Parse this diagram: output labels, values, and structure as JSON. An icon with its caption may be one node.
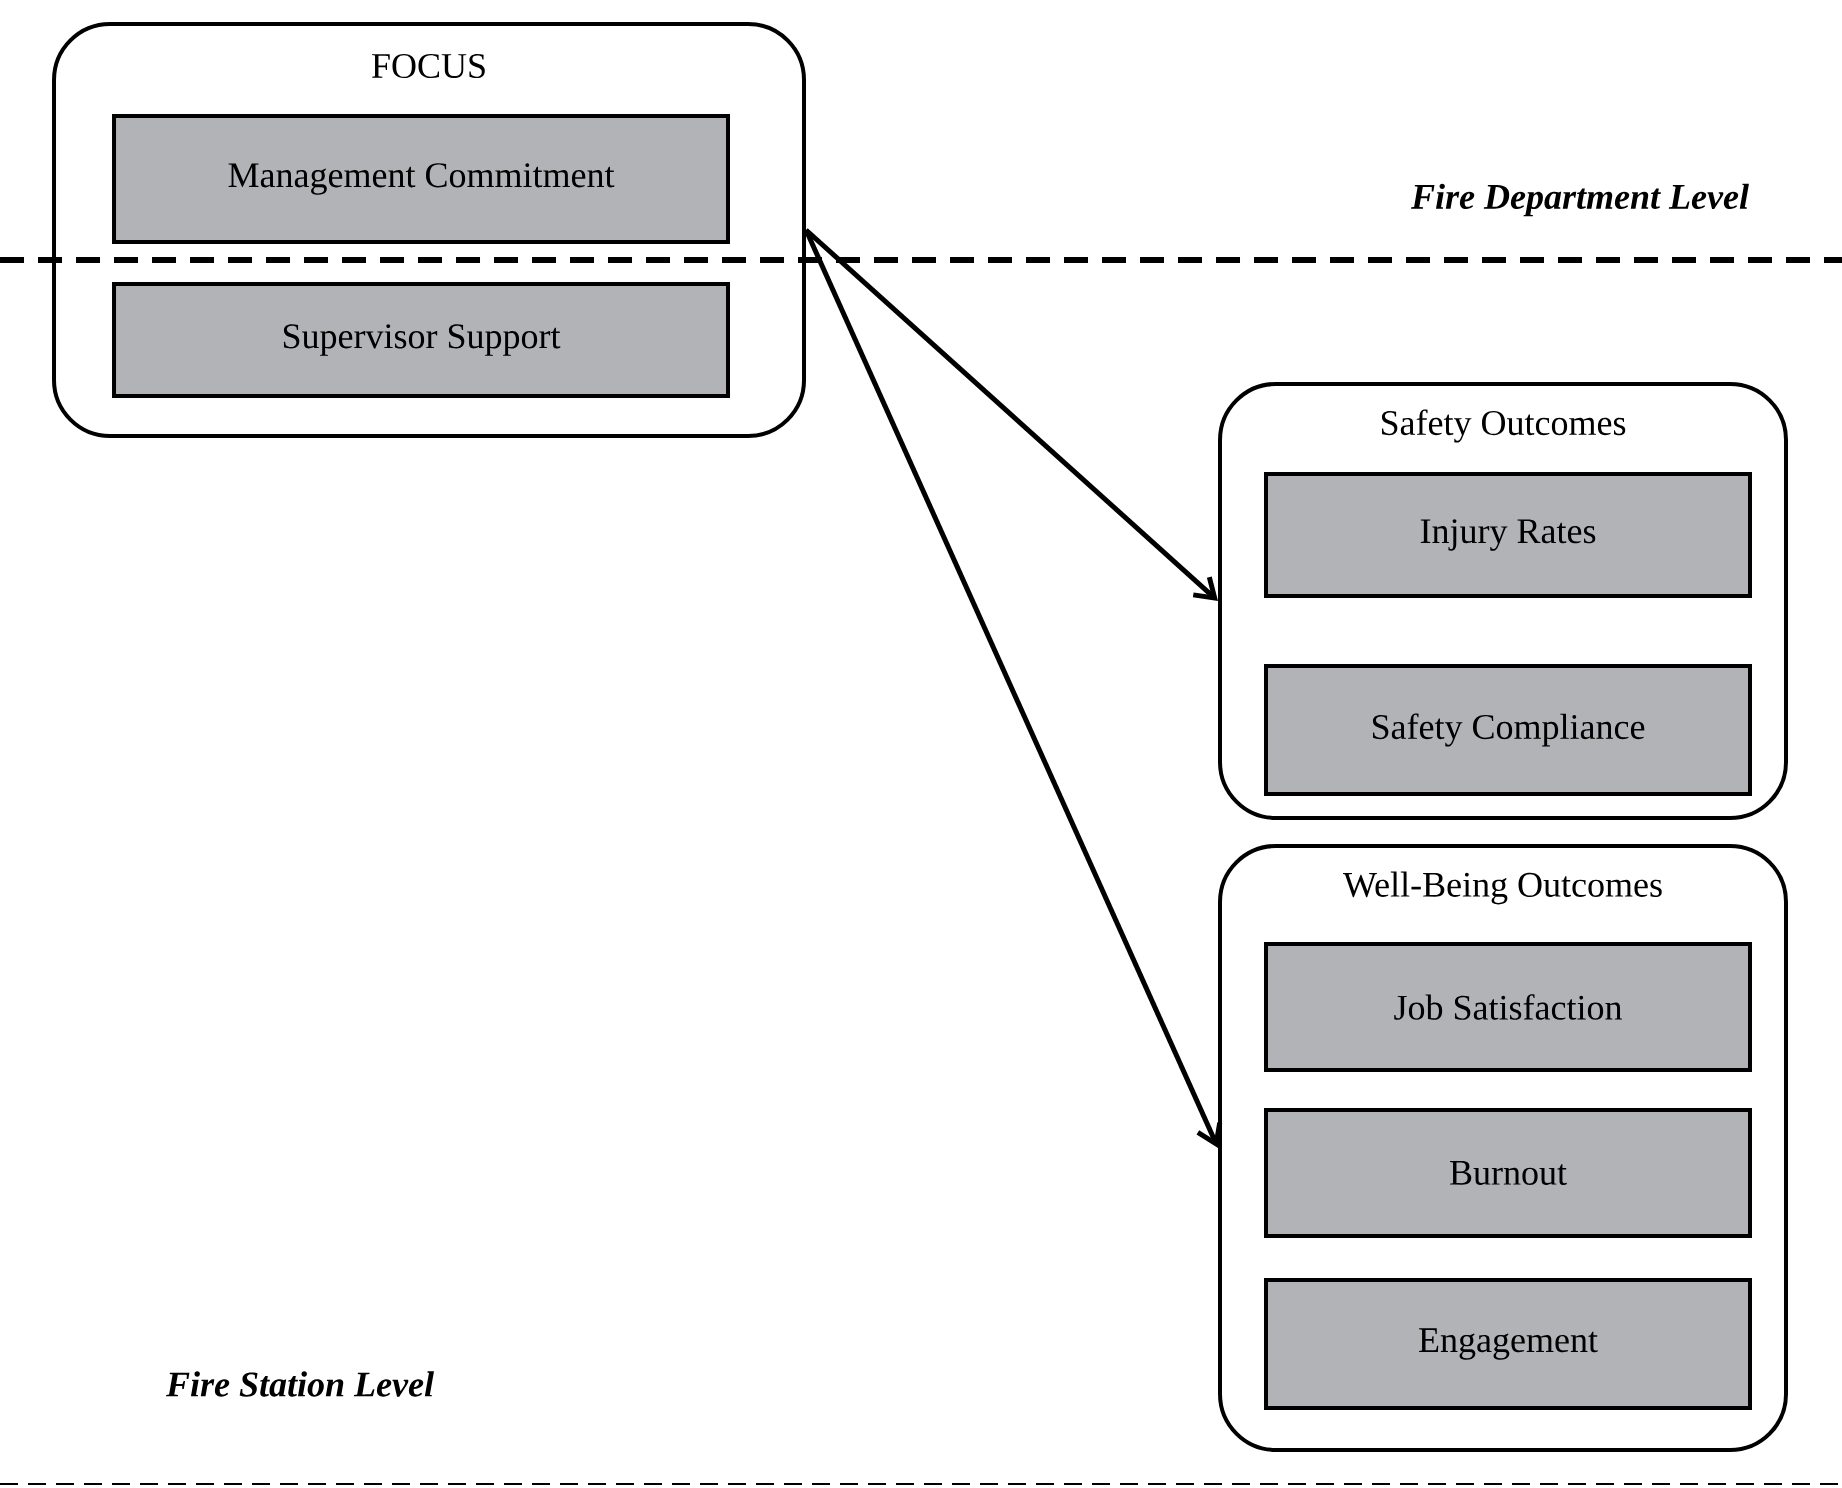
{
  "diagram": {
    "nodes": [
      {
        "text": [
          "FOCUS"
        ]
      },
      {
        "text": [
          "Management Commitment"
        ],
        "in": 0
      },
      {
        "text": [
          "Supervisor Support"
        ],
        "in": 0
      },
      {
        "text": [
          "Safety Outcomes"
        ]
      },
      {
        "text": [
          "Injury Rates"
        ],
        "in": 3
      },
      {
        "text": [
          "Safety Compliance"
        ],
        "in": 3
      },
      {
        "text": [
          "Well-Being Outcomes"
        ]
      },
      {
        "text": [
          "Job Satisfaction"
        ],
        "in": 6
      },
      {
        "text": [
          "Burnout"
        ],
        "in": 6
      },
      {
        "text": [
          "Engagement"
        ],
        "in": 6
      }
    ],
    "edges": [
      {
        "from": 0,
        "to": 3,
        "arrow": "to"
      },
      {
        "from": 0,
        "to": 6,
        "arrow": "to"
      }
    ],
    "labels": [
      "Fire Department Level",
      "Fire Station Level"
    ]
  }
}
